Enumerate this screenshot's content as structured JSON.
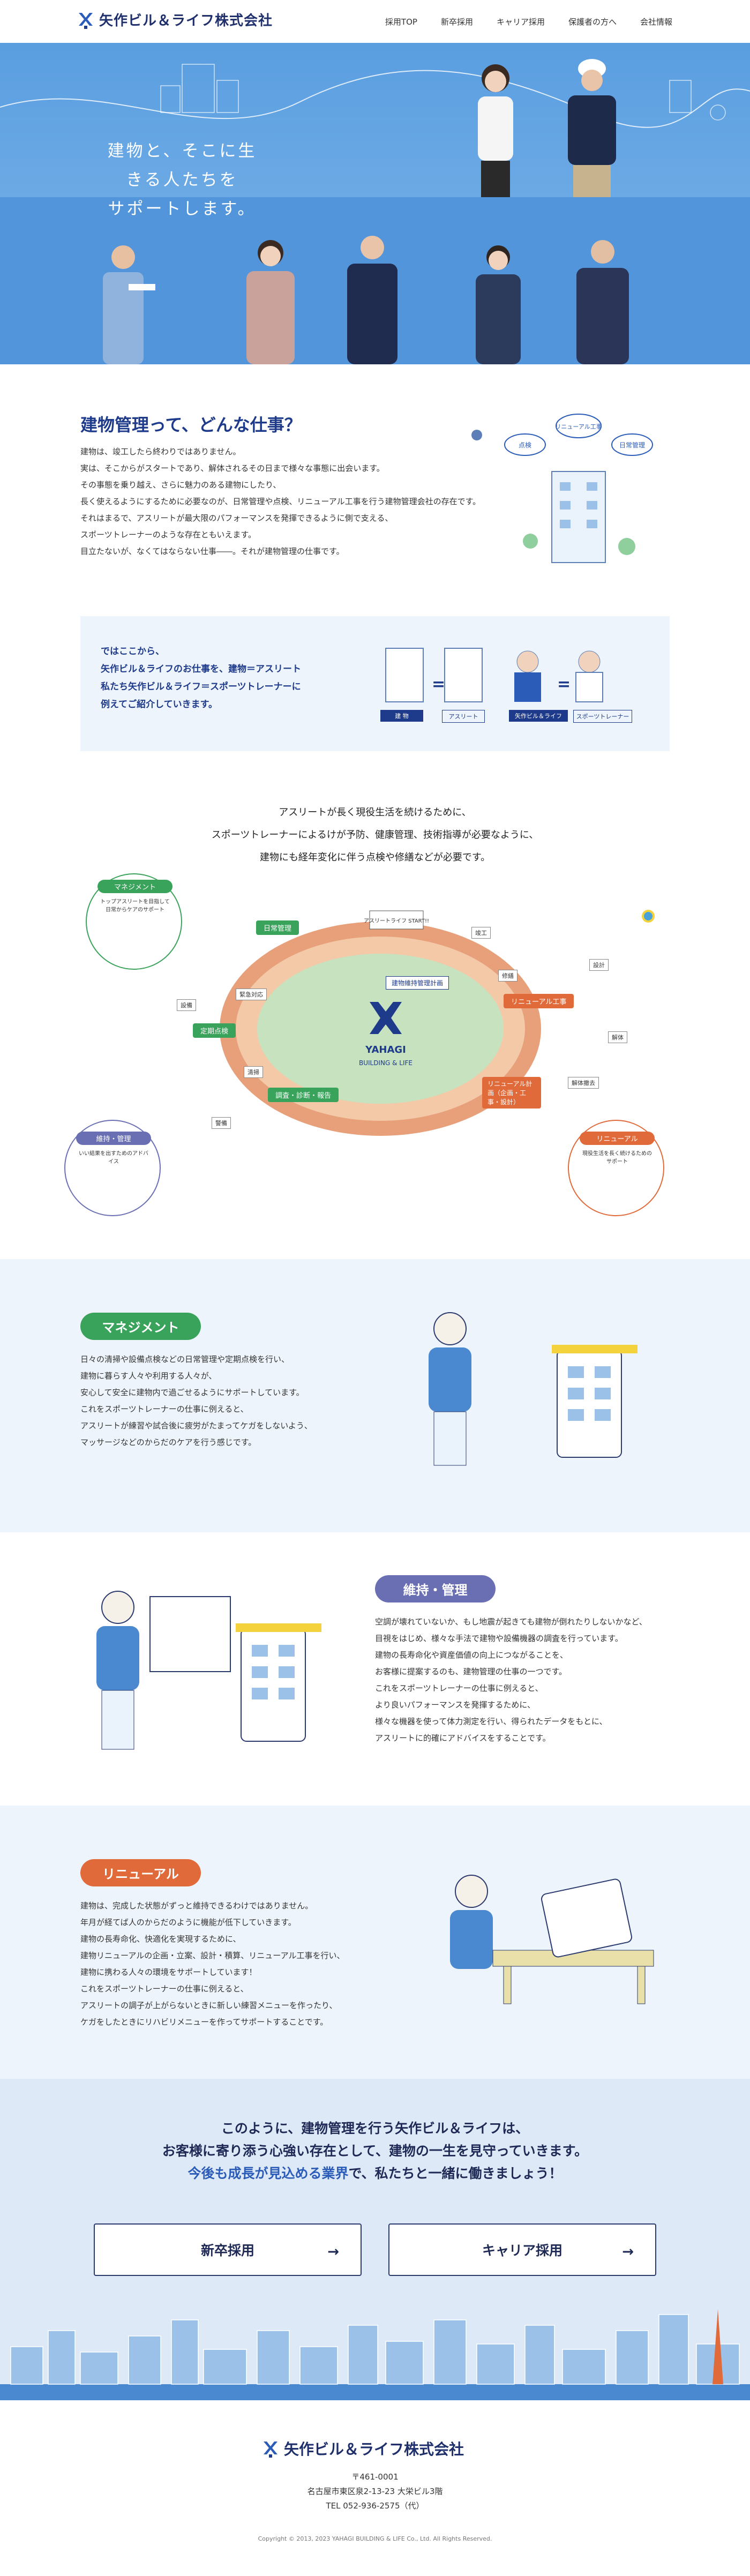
{
  "header": {
    "company": "矢作ビル＆ライフ株式会社",
    "nav": [
      "採用TOP",
      "新卒採用",
      "キャリア採用",
      "保護者の方へ",
      "会社情報"
    ]
  },
  "hero": {
    "line1": "建物と、そこに生きる人たちを",
    "line2": "サポートします。"
  },
  "intro": {
    "title": "建物管理って、どんな仕事？",
    "lines": [
      "建物は、竣工したら終わりではありません。",
      "実は、そこからがスタートであり、解体されるその日まで様々な事態に出会います。",
      "その事態を乗り越え、さらに魅力のある建物にしたり、",
      "長く使えるようにするために必要なのが、日常管理や点検、リニューアル工事を行う建物管理会社の存在です。",
      "それはまるで、アスリートが最大限のパフォーマンスを発揮できるように側で支える、",
      "スポーツトレーナーのような存在ともいえます。",
      "目立たないが、なくてはならない仕事――。それが建物管理の仕事です。"
    ],
    "tags": [
      "リニューアル工事",
      "点検",
      "日常管理"
    ]
  },
  "analogy": {
    "lines": [
      "ではここから、",
      "矢作ビル＆ライフのお仕事を、建物＝アスリート",
      "私たち矢作ビル＆ライフ＝スポーツトレーナーに",
      "例えてご紹介していきます。"
    ],
    "labels": [
      "建 物",
      "アスリート",
      "矢作ビル＆ライフ",
      "スポーツトレーナー"
    ],
    "eq": "="
  },
  "diagram": {
    "lines": [
      "アスリートが長く現役生活を続けるために、",
      "スポーツトレーナーによるけが予防、健康管理、技術指導が必要なように、",
      "建物にも経年変化に伴う点検や修繕などが必要です。"
    ],
    "logo_text": "YAHAGI",
    "logo_sub": "BUILDING & LIFE",
    "start": "アスリートライフ START!!",
    "labels": [
      "日常管理",
      "定期点検",
      "調査・診断・報告",
      "建物維持管理計画",
      "リニューアル工事",
      "リニューアル計画（企画・工事・設計）",
      "緊急対応",
      "清掃",
      "設備",
      "警備",
      "修繕",
      "竣工",
      "設計",
      "解体",
      "解体撤去"
    ],
    "callouts": [
      {
        "title": "マネジメント",
        "sub": "トップアスリートを目指して日常からケアのサポート",
        "color": "#3aa35b"
      },
      {
        "title": "維持・管理",
        "sub": "いい結果を出すためのアドバイス",
        "color": "#6a6fb3"
      },
      {
        "title": "リニューアル",
        "sub": "現役生活を長く続けるためのサポート",
        "color": "#e06a3a"
      }
    ]
  },
  "management": {
    "pill": "マネジメント",
    "lines": [
      "日々の清掃や設備点検などの日常管理や定期点検を行い、",
      "建物に暮らす人々や利用する人々が、",
      "安心して安全に建物内で過ごせるようにサポートしています。",
      "これをスポーツトレーナーの仕事に例えると、",
      "アスリートが練習や試合後に疲労がたまってケガをしないよう、",
      "マッサージなどのからだのケアを行う感じです。"
    ]
  },
  "maintenance": {
    "pill": "維持・管理",
    "lines": [
      "空調が壊れていないか、もし地震が起きても建物が倒れたりしないかなど、",
      "目視をはじめ、様々な手法で建物や設備機器の調査を行っています。",
      "建物の長寿命化や資産価値の向上につながることを、",
      "お客様に提案するのも、建物管理の仕事の一つです。",
      "これをスポーツトレーナーの仕事に例えると、",
      "より良いパフォーマンスを発揮するために、",
      "様々な機器を使って体力測定を行い、得られたデータをもとに、",
      "アスリートに的確にアドバイスをすることです。"
    ]
  },
  "renewal": {
    "pill": "リニューアル",
    "lines": [
      "建物は、完成した状態がずっと維持できるわけではありません。",
      "年月が経てば人のからだのように機能が低下していきます。",
      "建物の長寿命化、快適化を実現するために、",
      "建物リニューアルの企画・立案、設計・積算、リニューアル工事を行い、",
      "建物に携わる人々の環境をサポートしています！",
      "これをスポーツトレーナーの仕事に例えると、",
      "アスリートの調子が上がらないときに新しい練習メニューを作ったり、",
      "ケガをしたときにリハビリメニューを作ってサポートすることです。"
    ]
  },
  "closing": {
    "line1": "このように、建物管理を行う矢作ビル＆ライフは、",
    "line2": "お客様に寄り添う心強い存在として、建物の一生を見守っていきます。",
    "line3a": "今後も成長が見込める業界",
    "line3b": "で、私たちと一緒に働きましょう！",
    "btn1": "新卒採用",
    "btn2": "キャリア採用",
    "arrow": "→"
  },
  "footer": {
    "company": "矢作ビル＆ライフ株式会社",
    "postal": "〒461-0001",
    "address": "名古屋市東区泉2-13-23 大栄ビル3階",
    "tel": "TEL 052-936-2575（代）",
    "copyright": "Copyright © 2013, 2023 YAHAGI BUILDING & LIFE Co., Ltd. All Rights Reserved."
  },
  "colors": {
    "navy": "#1e3a8a",
    "green": "#3aa35b",
    "purple": "#6a6fb3",
    "orange": "#e06a3a",
    "hero": "#5395da",
    "pale": "#eef4fb"
  }
}
